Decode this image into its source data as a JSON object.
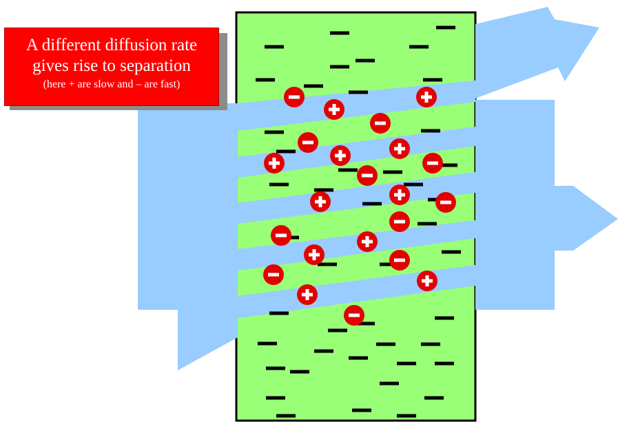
{
  "callout": {
    "line1": "A different diffusion rate",
    "line2": "gives rise to separation",
    "line3": "(here + are slow and – are fast)"
  },
  "colors": {
    "column_fill": "#99ff77",
    "arrow_fill": "#99ccff",
    "ion_fill": "#e30000",
    "dash": "#000000",
    "callout_fill": "#ff0000",
    "callout_shadow": "#8c8c8c"
  },
  "icons": {
    "positive_ion": "plus-in-red-circle",
    "negative_ion": "minus-in-red-circle",
    "fixed_charge": "black-dash",
    "flow_arrows": "light-blue-arrows"
  }
}
